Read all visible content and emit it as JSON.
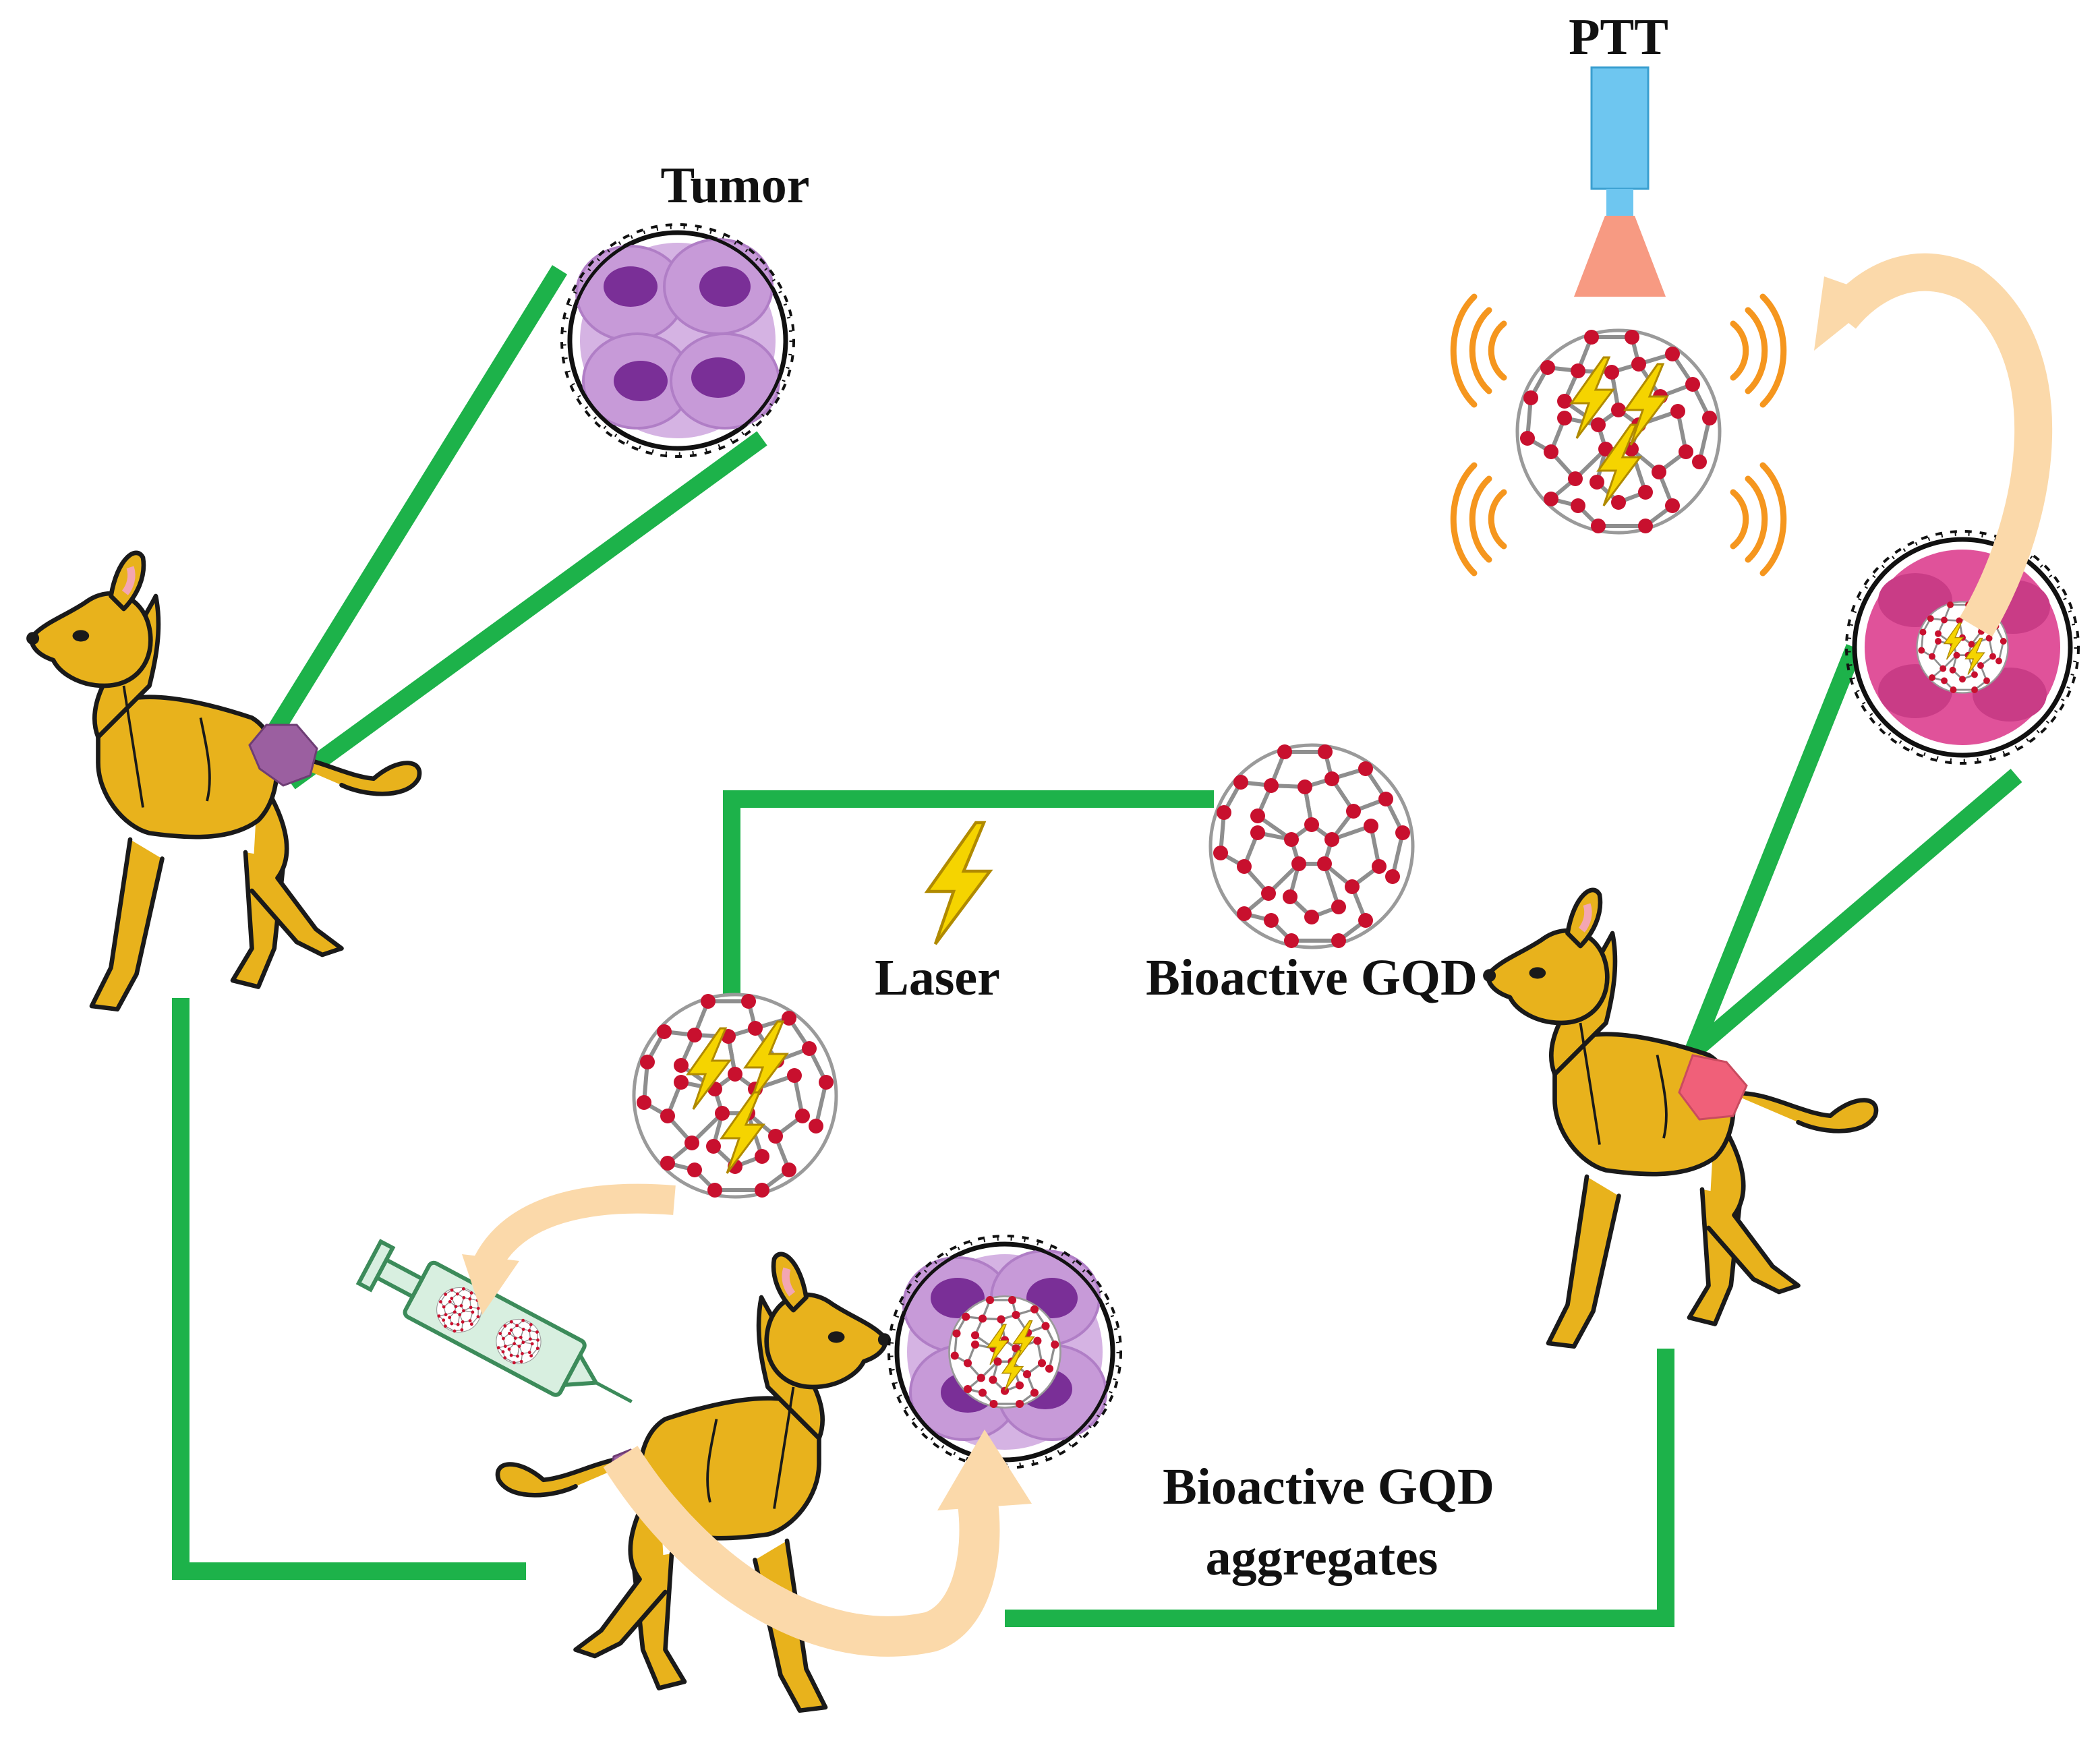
{
  "labels": {
    "ptt": "PTT",
    "tumor": "Tumor",
    "laser": "Laser",
    "bioactive_gqd": "Bioactive GQD",
    "aggregates_line1": "Bioactive GQD",
    "aggregates_line2": "aggregates"
  },
  "colors": {
    "connector": "#1db24a",
    "dog_body": "#e8b21c",
    "dog_outline": "#1a1a1a",
    "tumor_cell": "#c79ad8",
    "tumor_nucleus": "#7a2f97",
    "treated_tumor": "#e0529a",
    "tumor_spot_initial": "#9b5fa0",
    "tumor_spot_treated": "#f06079",
    "arrow": "#fbd9aa",
    "laser_beam": "#6ec6f0",
    "laser_cone": "#f79a82",
    "heat_waves": "#f5961e",
    "gqd_atom": "#c8102e",
    "lightning": "#f5d400"
  },
  "icons": [
    "dog-icon",
    "tumor-zoom-icon",
    "laser-device-icon",
    "gqd-fullerene-icon",
    "lightning-icon",
    "syringe-icon",
    "heat-wave-icon",
    "curved-arrow-icon"
  ]
}
